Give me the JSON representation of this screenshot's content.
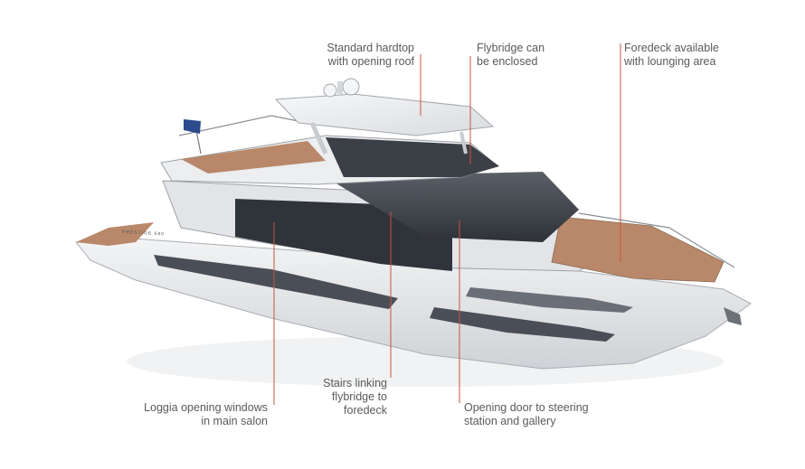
{
  "callouts": {
    "hardtop": {
      "line1": "Standard hardtop",
      "line2": "with opening roof"
    },
    "flybridge": {
      "line1": "Flybridge can",
      "line2": "be enclosed"
    },
    "foredeck": {
      "line1": "Foredeck available",
      "line2": "with lounging area"
    },
    "stairs": {
      "line1": "Stairs linking",
      "line2": "flybridge to",
      "line3": "foredeck"
    },
    "loggia": {
      "line1": "Loggia opening windows",
      "line2": "in main salon"
    },
    "door": {
      "line1": "Opening door to steering",
      "line2": "station and gallery"
    }
  },
  "hull_name": "PRESTIGE 690",
  "colors": {
    "leader": "#c8553d",
    "text": "#5a5a5a",
    "teak": "#b9886a",
    "hull": "#e9eaec",
    "glass": "#3b3f46"
  }
}
